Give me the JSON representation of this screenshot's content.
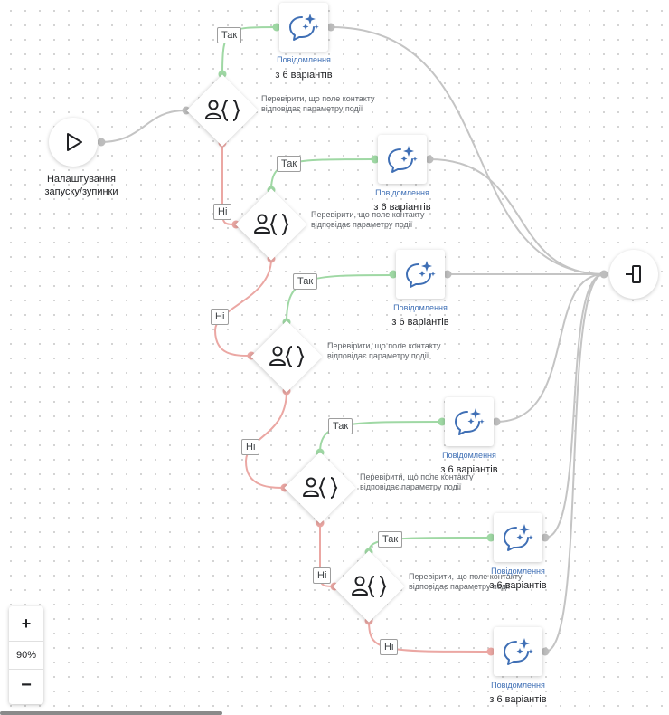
{
  "start": {
    "label": "Налаштування запуску/зупинки",
    "icon": "play-icon"
  },
  "end": {
    "icon": "exit-icon"
  },
  "conditions": [
    {
      "text": "Перевірити, що поле контакту відповідає параметру події"
    },
    {
      "text": "Перевірити, що поле контакту відповідає параметру події"
    },
    {
      "text": "Перевірити, що поле контакту відповідає параметру події"
    },
    {
      "text": "Перевірити, що поле контакту відповідає параметру події"
    },
    {
      "text": "Перевірити, що поле контакту відповідає параметру події"
    }
  ],
  "messages": [
    {
      "label": "Повідомлення",
      "variants": "з 6 варіантів"
    },
    {
      "label": "Повідомлення",
      "variants": "з 6 варіантів"
    },
    {
      "label": "Повідомлення",
      "variants": "з 6 варіантів"
    },
    {
      "label": "Повідомлення",
      "variants": "з 6 варіантів"
    },
    {
      "label": "Повідомлення",
      "variants": "з 6 варіантів"
    },
    {
      "label": "Повідомлення",
      "variants": "з 6 варіантів"
    }
  ],
  "branches": {
    "yes": "Так",
    "no": "Ні"
  },
  "zoom": {
    "in_label": "+",
    "level": "90%",
    "out_label": "−"
  },
  "colors": {
    "yes_edge": "#9fd8a4",
    "no_edge": "#eba7a3",
    "default_edge": "#c4c4c4",
    "accent": "#3f6fb5"
  }
}
